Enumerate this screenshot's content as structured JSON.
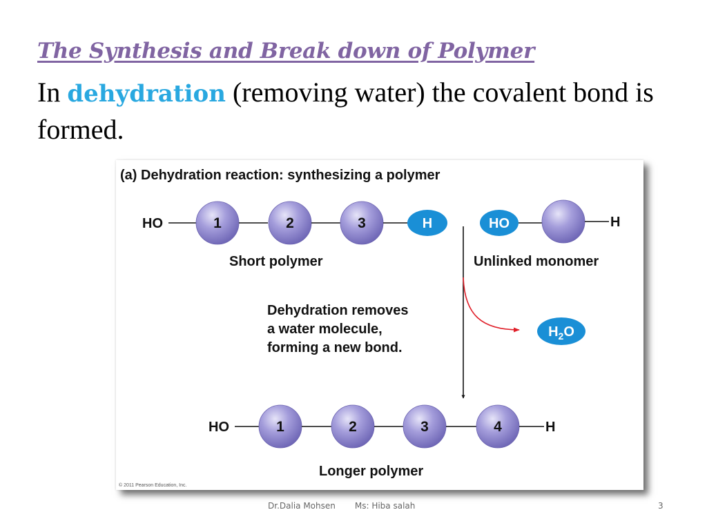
{
  "slide": {
    "title": "The Synthesis and Break down of Polymer",
    "body_prefix": "In ",
    "body_highlight": "dehydration",
    "body_suffix": " (removing water) the covalent bond is formed."
  },
  "figure": {
    "heading": "(a) Dehydration reaction: synthesizing a polymer",
    "top_left_group": "HO",
    "short_polymer_units": [
      "1",
      "2",
      "3"
    ],
    "short_polymer_end": "H",
    "short_polymer_label": "Short polymer",
    "monomer_left_group": "HO",
    "monomer_right_group": "H",
    "monomer_label": "Unlinked monomer",
    "reaction_note": [
      "Dehydration removes",
      "a water molecule,",
      "forming a new bond."
    ],
    "water_label": "H2O",
    "bottom_left_group": "HO",
    "longer_polymer_units": [
      "1",
      "2",
      "3",
      "4"
    ],
    "longer_polymer_end": "H",
    "longer_polymer_label": "Longer polymer",
    "copyright": "© 2011 Pearson Education, Inc.",
    "colors": {
      "monomer_sphere": "#8f87cf",
      "group_highlight": "#1a8fd6",
      "arrow_red": "#e0202a"
    }
  },
  "footer": {
    "author1": "Dr.Dalia Mohsen",
    "author2": "Ms: Hiba salah",
    "page_number": "3"
  }
}
